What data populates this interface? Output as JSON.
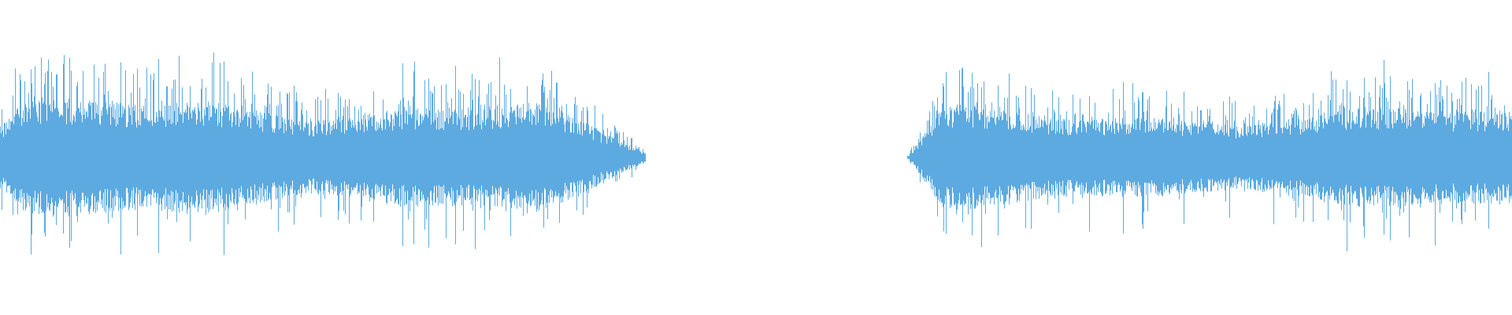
{
  "waveform": {
    "color": "#5DAAE0",
    "background": "#FFFFFF",
    "segments": [
      {
        "name": "segment-1",
        "start_fraction": 0.0,
        "end_fraction": 0.427
      },
      {
        "name": "segment-2",
        "start_fraction": 0.6,
        "end_fraction": 1.0
      }
    ]
  }
}
